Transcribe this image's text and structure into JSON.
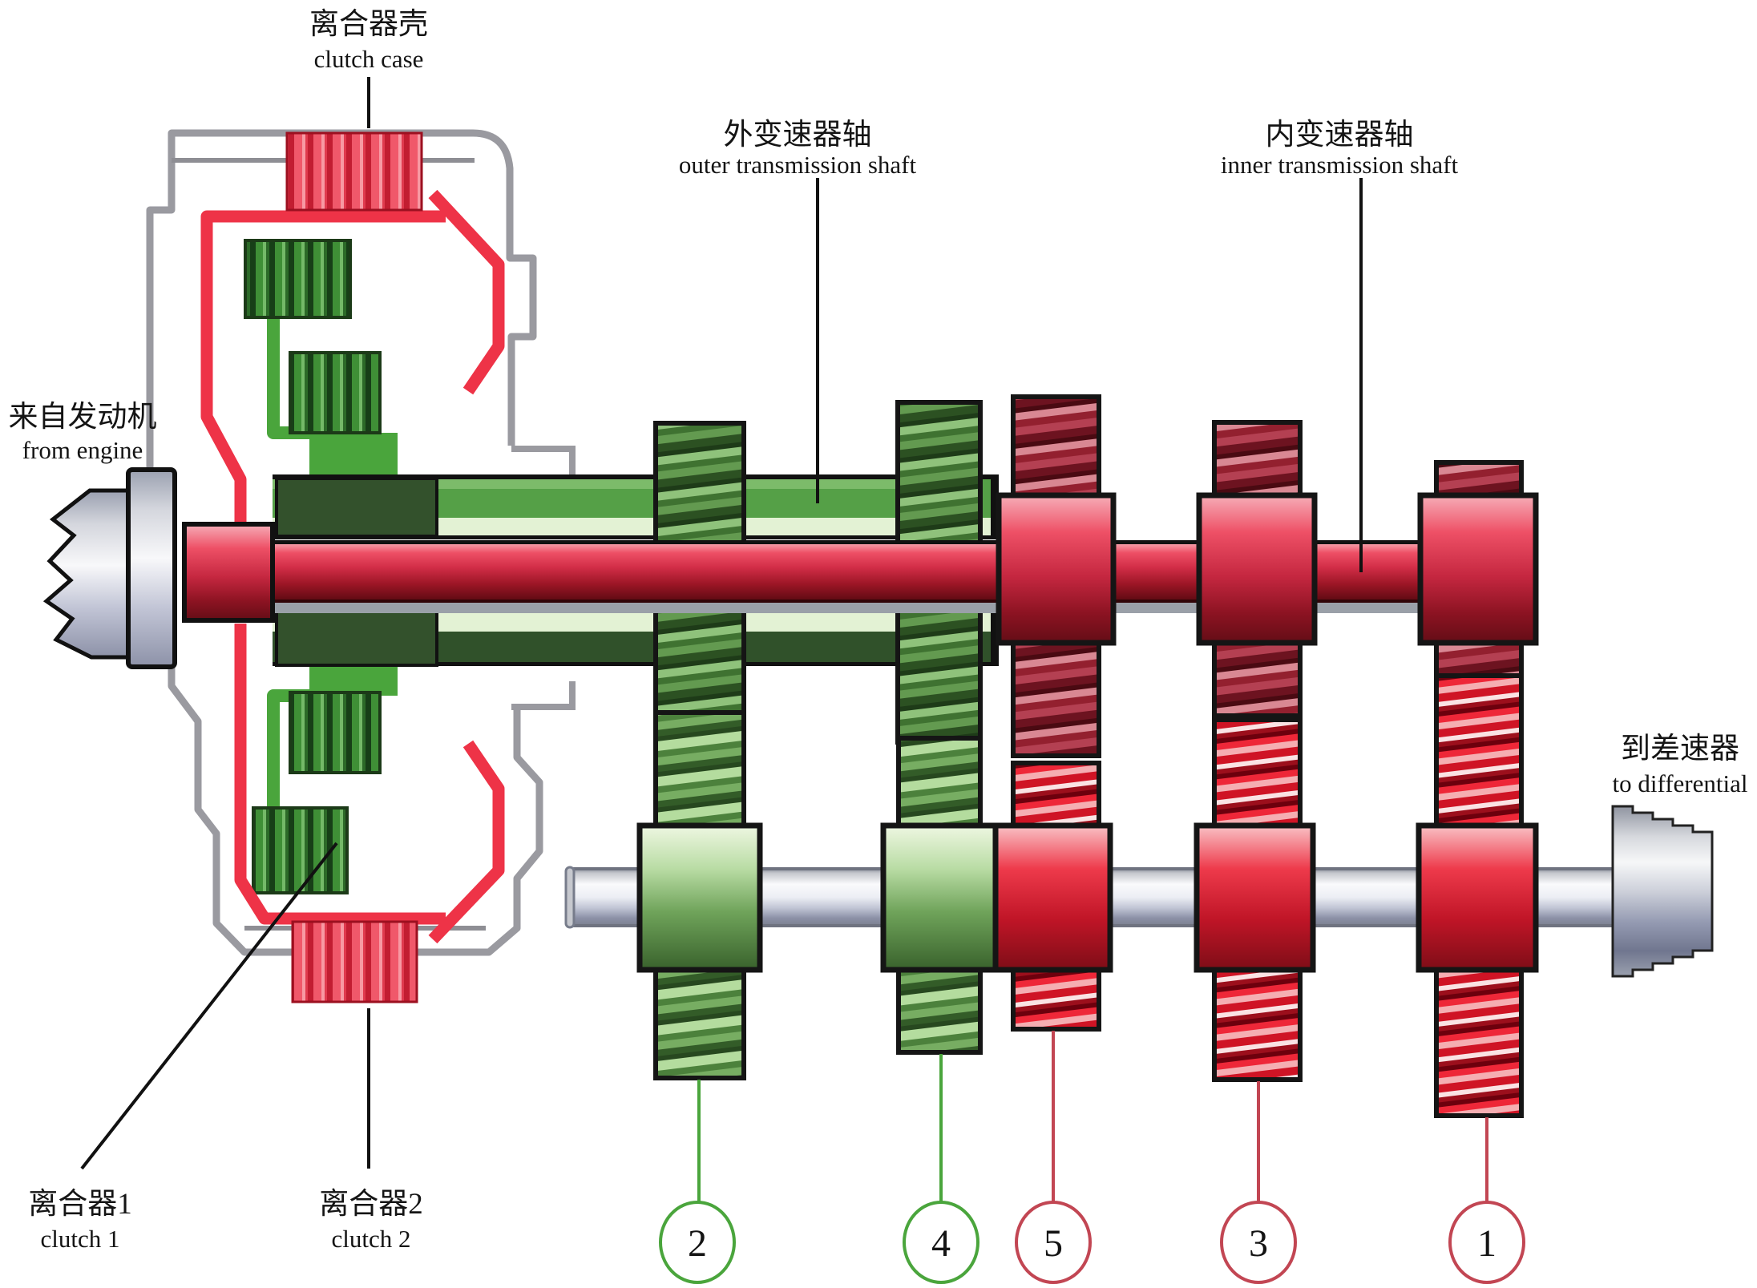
{
  "diagram": {
    "title_hint": "dual clutch transmission cutaway",
    "labels": {
      "clutch_case": {
        "zh": "离合器壳",
        "en": "clutch case"
      },
      "outer_shaft": {
        "zh": "外变速器轴",
        "en": "outer transmission shaft"
      },
      "inner_shaft": {
        "zh": "内变速器轴",
        "en": "inner transmission shaft"
      },
      "from_engine": {
        "zh": "来自发动机",
        "en": "from engine"
      },
      "to_differential": {
        "zh": "到差速器",
        "en": "to differential"
      },
      "clutch1": {
        "zh": "离合器1",
        "en": "clutch 1"
      },
      "clutch2": {
        "zh": "离合器2",
        "en": "clutch 2"
      }
    },
    "gear_numbers": [
      "2",
      "4",
      "5",
      "3",
      "1"
    ],
    "colors": {
      "green_accent": "#4aa53c",
      "red_accent": "#ee3347",
      "red_callout": "#c24653",
      "green_callout": "#4aa53c",
      "case_gray": "#9a9aa0"
    }
  }
}
